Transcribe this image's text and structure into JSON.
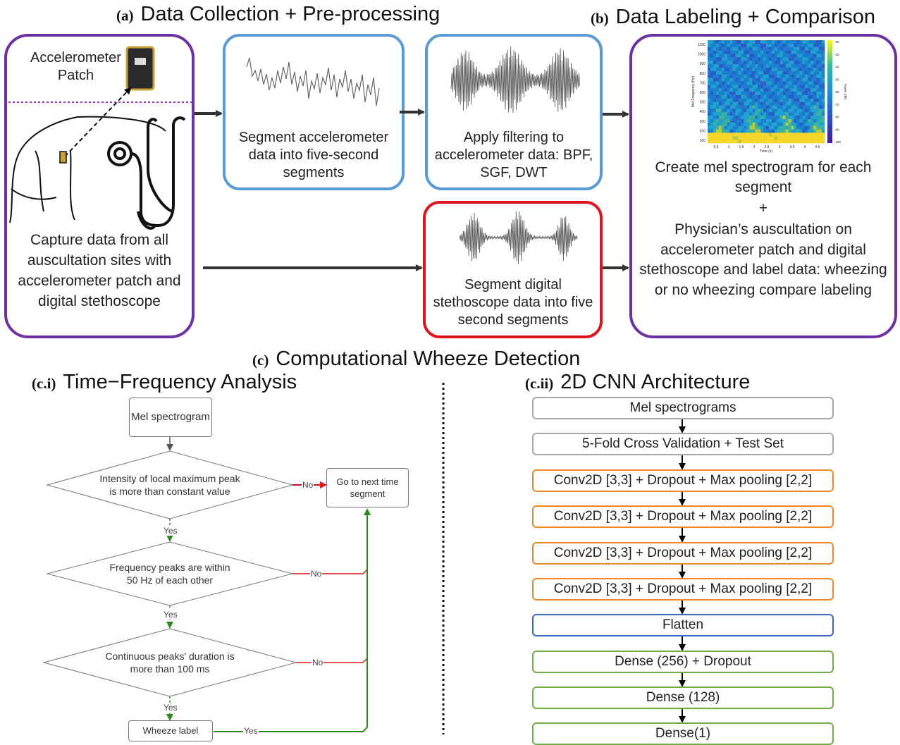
{
  "headers": {
    "a": {
      "label": "(a)",
      "title": "Data Collection + Pre-processing"
    },
    "b": {
      "label": "(b)",
      "title": "Data Labeling + Comparison"
    },
    "c": {
      "label": "(c)",
      "title": "Computational Wheeze Detection"
    },
    "ci": {
      "label": "(c.i)",
      "title": "Time−Frequency Analysis"
    },
    "cii": {
      "label": "(c.ii)",
      "title": "2D CNN Architecture"
    }
  },
  "patch_label": "Accelerometer Patch",
  "capture_text": "Capture data from all auscultation sites with accelerometer patch and digital stethoscope",
  "segment_accel_text": "Segment accelerometer data into five-second segments",
  "filtering_text": "Apply filtering to accelerometer data: BPF, SGF, DWT",
  "segment_steth_text": "Segment digital stethoscope data into five second segments",
  "labeling": {
    "line1": "Create mel spectrogram for each segment",
    "plus": "+",
    "line2": "Physician’s auscultation on accelerometer patch and digital stethoscope and label data: wheezing or no wheezing compare labeling"
  },
  "spectrogram": {
    "ylabel": "Mel Frequency (Hz)",
    "xlabel": "Time (s)",
    "cbar_label": "Power (dB)",
    "y_ticks": [
      "1100",
      "1000",
      "900",
      "800",
      "700",
      "600",
      "500",
      "400",
      "300",
      "200",
      "100"
    ],
    "x_ticks": [
      "0.5",
      "1",
      "1.5",
      "2",
      "2.5",
      "3",
      "3.5",
      "4",
      "4.5"
    ],
    "cbar_ticks": [
      "-20",
      "-30",
      "-40",
      "-50",
      "-60",
      "-70",
      "-80",
      "-90",
      "-100"
    ]
  },
  "flowchart": {
    "start": "Mel spectrogram",
    "d1": "Intensity of local maximum peak is more than constant value",
    "d2": "Frequency peaks are within 50 Hz of each other",
    "d3": "Continuous peaks' duration is more than 100 ms",
    "next": "Go to next time segment",
    "end": "Wheeze label",
    "yes": "Yes",
    "no": "No"
  },
  "cnn_layers": [
    {
      "label": "Mel spectrograms",
      "kind": "gray"
    },
    {
      "label": "5-Fold Cross Validation + Test Set",
      "kind": "gray"
    },
    {
      "label": "Conv2D [3,3] + Dropout + Max pooling [2,2]",
      "kind": "orange"
    },
    {
      "label": "Conv2D [3,3] + Dropout + Max pooling [2,2]",
      "kind": "orange"
    },
    {
      "label": "Conv2D [3,3] + Dropout + Max pooling [2,2]",
      "kind": "orange"
    },
    {
      "label": "Conv2D [3,3] + Dropout + Max pooling [2,2]",
      "kind": "orange"
    },
    {
      "label": "Flatten",
      "kind": "blue2"
    },
    {
      "label": "Dense (256) + Dropout",
      "kind": "green"
    },
    {
      "label": "Dense (128)",
      "kind": "green"
    },
    {
      "label": "Dense(1)",
      "kind": "green"
    }
  ],
  "colors": {
    "purple": "#6e2fa0",
    "blue": "#5b9bd5",
    "red": "#e0141e",
    "flow_red": "#e0141e",
    "flow_green": "#2a8a1e"
  }
}
